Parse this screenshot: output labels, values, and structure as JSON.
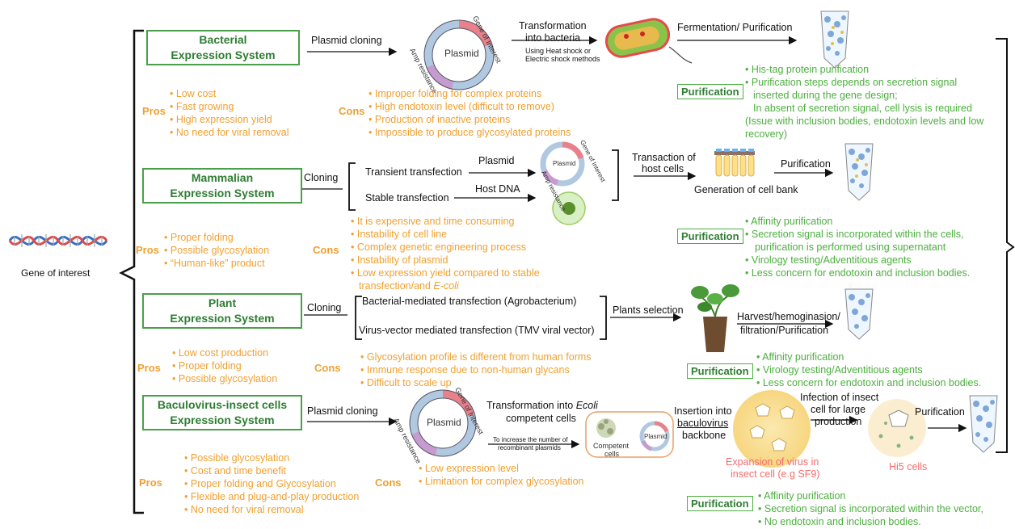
{
  "root": {
    "label": "Gene of interest"
  },
  "bacterial": {
    "title_l1": "Bacterial",
    "title_l2": "Expression System",
    "step1": "Plasmid cloning",
    "plasmid": {
      "center": "Plasmid",
      "gene": "Gene of Interest",
      "amp": "Amp resistance"
    },
    "step2_l1": "Transformation",
    "step2_l2": "into bacteria",
    "step2_note_l1": "Using Heat shock or",
    "step2_note_l2": "Electric shock  methods",
    "step3": "Fermentation/ Purification",
    "pros_label": "Pros",
    "pros": [
      "Low cost",
      "Fast growing",
      "High expression yield",
      "No need for viral removal"
    ],
    "cons_label": "Cons",
    "cons": [
      "Improper folding for complex proteins",
      "High endotoxin level (difficult to remove)",
      "Production of inactive proteins",
      "Impossible to produce glycosylated proteins"
    ],
    "purification_label": "Purification",
    "purification": [
      "His-tag protein purification",
      "Purification steps depends on secretion signal"
    ],
    "purification_extra": [
      "inserted during the gene design;",
      "In absent of secretion signal, cell lysis is required",
      "(Issue with inclusion bodies, endotoxin levels and low",
      "recovery)"
    ]
  },
  "mammalian": {
    "title_l1": "Mammalian",
    "title_l2": "Expression System",
    "step1": "Cloning",
    "branch1": "Transient transfection",
    "branch2": "Stable transfection",
    "branch1_target": "Plasmid",
    "branch2_target": "Host DNA",
    "plasmid": {
      "center": "Plasmid",
      "gene": "Gene of Interest",
      "amp": "Amp resistance"
    },
    "step2_l1": "Transaction of",
    "step2_l2": "host cells",
    "step3": "Generation of cell bank",
    "step4": "Purification",
    "pros_label": "Pros",
    "pros": [
      "Proper folding",
      "Possible glycosylation",
      "“Human-like” product"
    ],
    "cons_label": "Cons",
    "cons": [
      "It is expensive and time consuming",
      "Instability of cell line",
      "Complex genetic engineering process",
      "Instability of plasmid",
      "Low expression yield compared to stable"
    ],
    "cons_extra_prefix": "transfection/and ",
    "cons_extra_italic": "E-coli",
    "purification_label": "Purification",
    "purification": [
      "Affinity purification",
      "Secretion signal is incorporated within the cells,"
    ],
    "purification_extra": "purification is performed using supernatant",
    "purification_rest": [
      "Virology testing/Adventitious agents",
      "Less concern for endotoxin and inclusion bodies."
    ]
  },
  "plant": {
    "title_l1": "Plant",
    "title_l2": "Expression System",
    "step1": "Cloning",
    "branch1": "Bacterial-mediated transfection (Agrobacterium)",
    "branch2": "Virus-vector mediated transfection (TMV viral vector)",
    "step2": "Plants selection",
    "step3_l1": "Harvest/hemoginasion/",
    "step3_l2": "filtration/Purification",
    "pros_label": "Pros",
    "pros": [
      "Low cost production",
      "Proper folding",
      "Possible glycosylation"
    ],
    "cons_label": "Cons",
    "cons": [
      "Glycosylation profile is different from human forms",
      "Immune response due to non-human glycans",
      "Difficult to scale up"
    ],
    "purification_label": "Purification",
    "purification": [
      "Affinity purification",
      "Virology testing/Adventitious agents",
      "Less concern for endotoxin and inclusion bodies."
    ]
  },
  "baculovirus": {
    "title_l1": "Baculovirus-insect cells",
    "title_l2": "Expression System",
    "step1": "Plasmid cloning",
    "plasmid": {
      "center": "Plasmid",
      "gene": "Gene of Interest",
      "amp": "Amp resistance"
    },
    "step2_l1_prefix": "Transformation into ",
    "step2_l1_italic": "Ecoli",
    "step2_l2": "competent cells",
    "step2_note_l1": "To increase the number of",
    "step2_note_l2": "recombinant plasmids",
    "competent_l1": "Competent",
    "competent_l2": "cells",
    "small_plasmid": "Plasmid",
    "step3_l1": "Insertion into",
    "step3_l2": "baculovirus",
    "step3_l3": "backbone",
    "expansion_l1": "Expansion of virus in",
    "expansion_l2": "insect cell (e.g SF9)",
    "step4_l1": "Infection of insect",
    "step4_l2": "cell for large",
    "step4_l3": "production",
    "hi5": "Hi5 cells",
    "step5": "Purification",
    "pros_label": "Pros",
    "pros": [
      "Possible glycosylation",
      "Cost and time benefit",
      "Proper folding and Glycosylation",
      "Flexible and plug-and-play production",
      "No need for viral removal"
    ],
    "cons_label": "Cons",
    "cons": [
      "Low expression level",
      "Limitation for complex glycosylation"
    ],
    "purification_label": "Purification",
    "purification": [
      "Affinity purification",
      "Secretion signal is incorporated within the vector,",
      "No endotoxin and inclusion bodies."
    ]
  },
  "colors": {
    "green_box": "#4aa04a",
    "green_text": "#4caf3e",
    "orange_text": "#f0a030",
    "pink_text": "#f26d6d"
  }
}
